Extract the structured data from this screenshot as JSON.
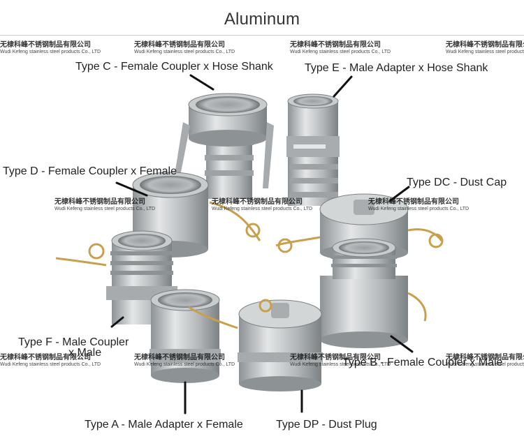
{
  "header": {
    "title": "Aluminum"
  },
  "labels": {
    "type_c": "Type C - Female Coupler x Hose Shank",
    "type_e": "Type E - Male Adapter x Hose Shank",
    "type_d": "Type D - Female Coupler x Female",
    "type_dc": "Type DC - Dust Cap",
    "type_f_line1": "Type F - Male Coupler",
    "type_f_line2": "x Male",
    "type_b": "Type B - Female Coupler x Male",
    "type_a": "Type A - Male Adapter x Female",
    "type_dp": "Type DP - Dust Plug"
  },
  "watermark": {
    "cn": "无棣科峰不锈钢制品有限公司",
    "en": "Wudi Kefeng stainless steel products Co., LTD"
  },
  "colors": {
    "metal": "#b9bcbe",
    "metal_dark": "#7f8487",
    "metal_light": "#e3e5e6",
    "brass": "#c8a04c",
    "pointer": "#111111"
  }
}
